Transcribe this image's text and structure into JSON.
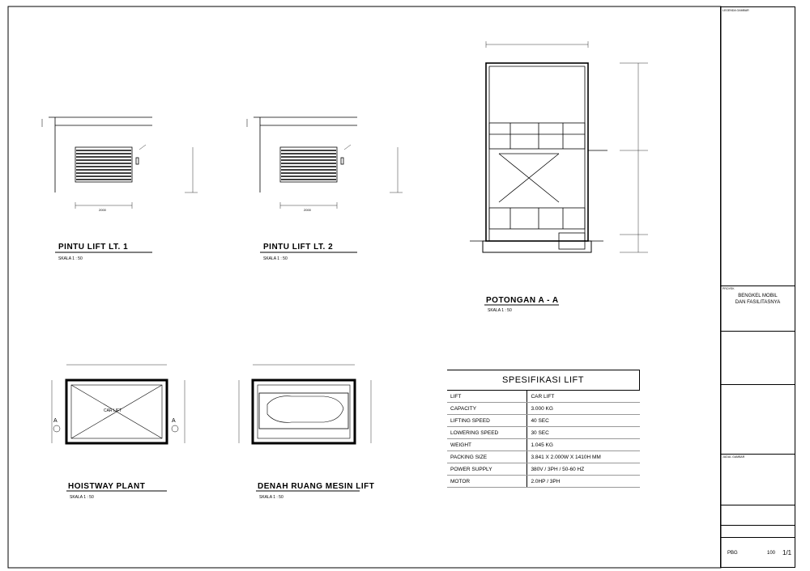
{
  "drawings": {
    "door1": {
      "title": "PINTU LIFT LT. 1",
      "scale": "SKALA 1 : 50",
      "dim_width": "2000"
    },
    "door2": {
      "title": "PINTU LIFT LT. 2",
      "scale": "SKALA 1 : 50",
      "dim_width": "2000"
    },
    "section": {
      "title": "POTONGAN A - A",
      "scale": "SKALA 1 : 50"
    },
    "hoistway": {
      "title": "HOISTWAY PLANT",
      "scale": "SKALA 1 : 50",
      "center_label": "CAR LIFT",
      "marker": "A"
    },
    "machine": {
      "title": "DENAH RUANG MESIN LIFT",
      "scale": "SKALA 1 : 50"
    }
  },
  "spec": {
    "heading": "SPESIFIKASI LIFT",
    "rows": [
      {
        "label": "LIFT",
        "value": "CAR LIFT"
      },
      {
        "label": "CAPACITY",
        "value": "3.000 KG"
      },
      {
        "label": "LIFTING SPEED",
        "value": "40 SEC"
      },
      {
        "label": "LOWERING SPEED",
        "value": "30 SEC"
      },
      {
        "label": "WEIGHT",
        "value": "1.045 KG"
      },
      {
        "label": "PACKING SIZE",
        "value": "3.841 X 2.000W X 1410H MM"
      },
      {
        "label": "POWER SUPPLY",
        "value": "380V / 3PH / 50-60 HZ"
      },
      {
        "label": "MOTOR",
        "value": "2.0HP / 3PH"
      }
    ]
  },
  "titleblock": {
    "top_label": "LEGENDA GAMBAR",
    "project_label": "PROYEK",
    "project_name_1": "BENGKEL MOBIL",
    "project_name_2": "DAN FASILITASNYA",
    "sheet_label": "JUDUL GAMBAR",
    "code": "PBG",
    "page": "1/1",
    "sheet_no": "100"
  }
}
